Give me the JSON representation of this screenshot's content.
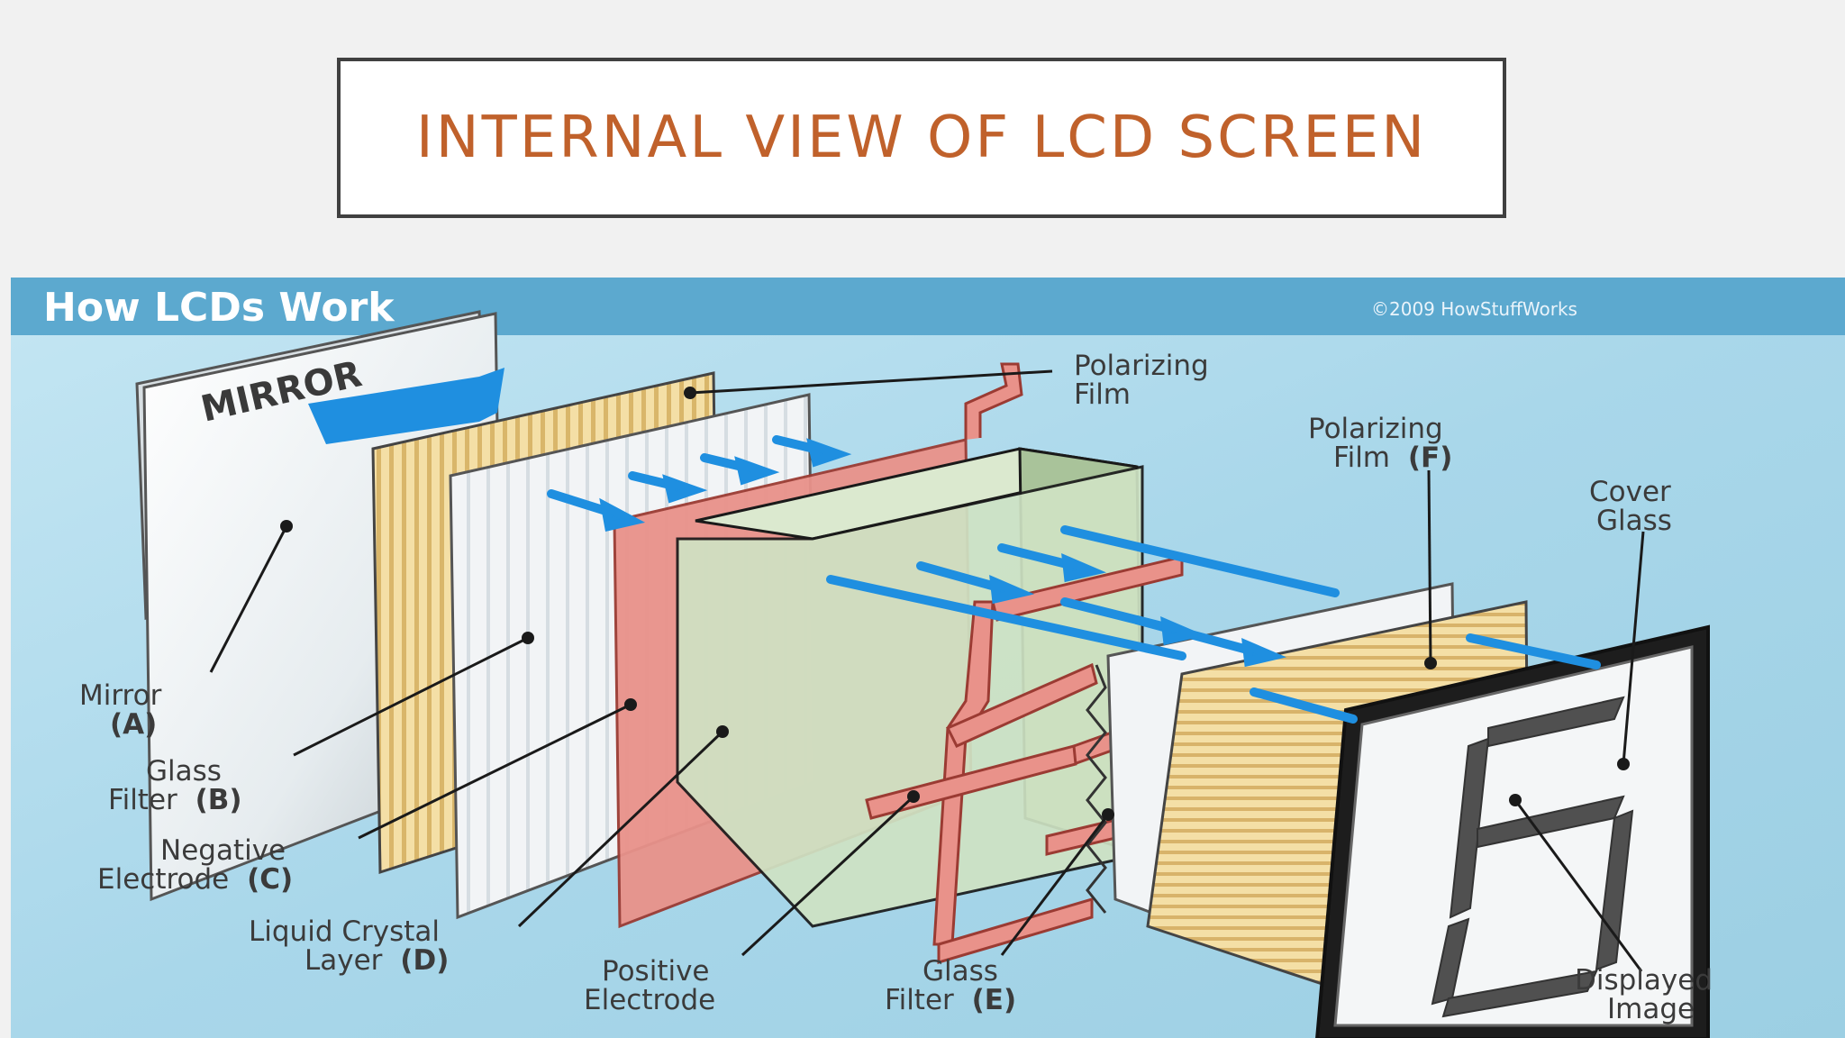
{
  "slide": {
    "title": "INTERNAL VIEW OF LCD SCREEN"
  },
  "diagram": {
    "header": "How LCDs Work",
    "copyright": "©2009 HowStuffWorks",
    "mirror_text": "MIRROR",
    "labels": {
      "polarizing_film_1": [
        "Polarizing",
        "Film"
      ],
      "polarizing_film_f": [
        "Polarizing",
        "Film",
        "(F)"
      ],
      "cover_glass": [
        "Cover",
        "Glass"
      ],
      "mirror": [
        "Mirror",
        "(A)"
      ],
      "glass_filter_b": [
        "Glass",
        "Filter",
        "(B)"
      ],
      "negative_electrode": [
        "Negative",
        "Electrode",
        "(C)"
      ],
      "liquid_crystal": [
        "Liquid Crystal",
        "Layer",
        "(D)"
      ],
      "positive_electrode": [
        "Positive",
        "Electrode"
      ],
      "glass_filter_e": [
        "Glass",
        "Filter",
        "(E)"
      ],
      "displayed_image": [
        "Displayed",
        "Image"
      ]
    },
    "colors": {
      "background": "#a8d6e8",
      "header_bar": "#5ca9cf",
      "beam": "#1f8fe0",
      "polarizer": "#f0d9a0",
      "electrode": "#e9928a",
      "liquid_crystal": "#cfe3c4"
    }
  }
}
